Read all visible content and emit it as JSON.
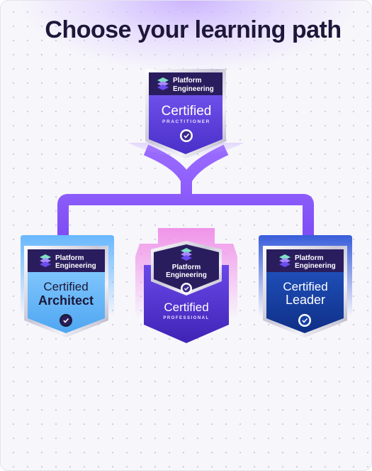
{
  "title": "Choose your learning path",
  "colors": {
    "connector": "#8a55ff",
    "top_badge": "#5b3fe0",
    "architect_badge": "#6bbcff",
    "professional_badge": "#5a39d8",
    "leader_badge": "#163fa6",
    "brand_bar": "#2a1d5e"
  },
  "badges": {
    "practitioner": {
      "brand_line1": "Platform",
      "brand_line2": "Engineering",
      "certified": "Certified",
      "level": "PRACTITIONER",
      "icon": "check-seal-icon"
    },
    "architect": {
      "brand_line1": "Platform",
      "brand_line2": "Engineering",
      "certified": "Certified",
      "level": "Architect",
      "icon": "check-seal-icon"
    },
    "professional": {
      "brand_line1": "Platform",
      "brand_line2": "Engineering",
      "certified": "Certified",
      "level": "PROFESSIONAL",
      "icon": "check-seal-icon"
    },
    "leader": {
      "brand_line1": "Platform",
      "brand_line2": "Engineering",
      "certified": "Certified",
      "level": "Leader",
      "icon": "check-seal-icon"
    }
  }
}
